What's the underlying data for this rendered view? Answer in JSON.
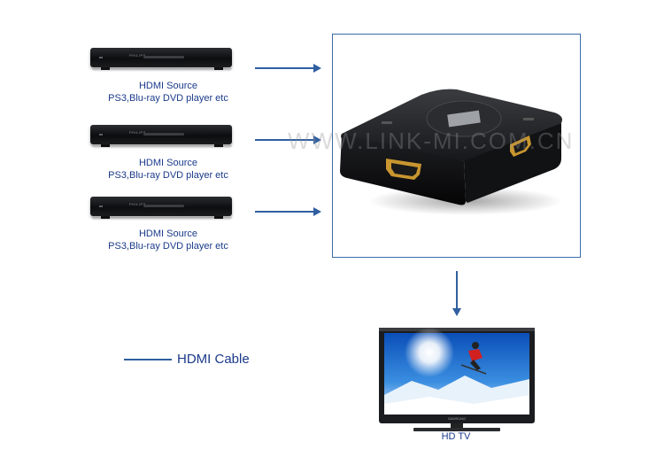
{
  "sources": [
    {
      "line1": "HDMI Source",
      "line2": "PS3,Blu-ray DVD player etc"
    },
    {
      "line1": "HDMI Source",
      "line2": "PS3,Blu-ray DVD player etc"
    },
    {
      "line1": "HDMI Source",
      "line2": "PS3,Blu-ray DVD player etc"
    }
  ],
  "player_brand": "PHILIPS",
  "watermark": "WWW.LINK-MI.COM.CN",
  "legend": {
    "label": "HDMI Cable"
  },
  "tv": {
    "label": "HD TV",
    "brand": "SAMSUNG"
  },
  "colors": {
    "arrow": "#2f5fa0",
    "text": "#1a3a8a",
    "frame": "#3a6aa8"
  }
}
